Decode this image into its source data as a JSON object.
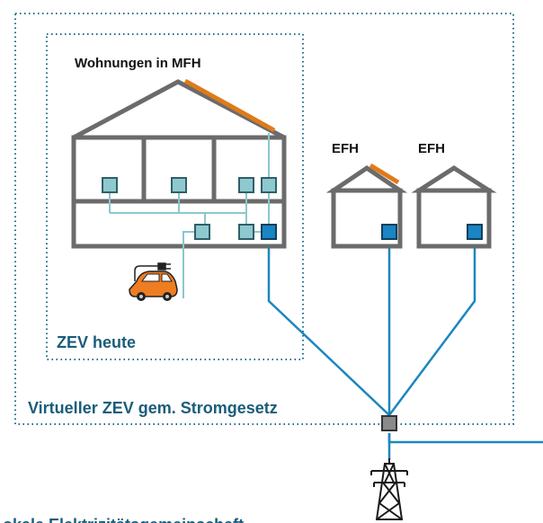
{
  "labels": {
    "mfh": "Wohnungen in MFH",
    "efh_left": "EFH",
    "efh_right": "EFH",
    "zev_today": "ZEV heute",
    "virtual_zev": "Virtueller ZEV gem. Stromgesetz",
    "bottom_partial": "Lokale Elektrizitätsgemeinschaft"
  },
  "colors": {
    "outline_gray": "#5f5f5f",
    "wall_gray": "#6b6b6b",
    "roof_solar": "#e07a18",
    "grid_blue": "#1b87bf",
    "internal_line": "#8cc7cc",
    "meter_light_fill": "#8ec9d0",
    "meter_light_stroke": "#2f5f66",
    "meter_main_fill": "#1b84c3",
    "meter_main_stroke": "#0d3f5e",
    "junction_gray": "#8a8a8a",
    "boundary_blue": "#1e6d8c",
    "teal_text": "#1a5d7a",
    "car_orange": "#ee7d22"
  },
  "icons": {
    "car": "electric-car-icon",
    "plug": "charging-plug-icon",
    "pylon": "power-pylon-icon"
  }
}
